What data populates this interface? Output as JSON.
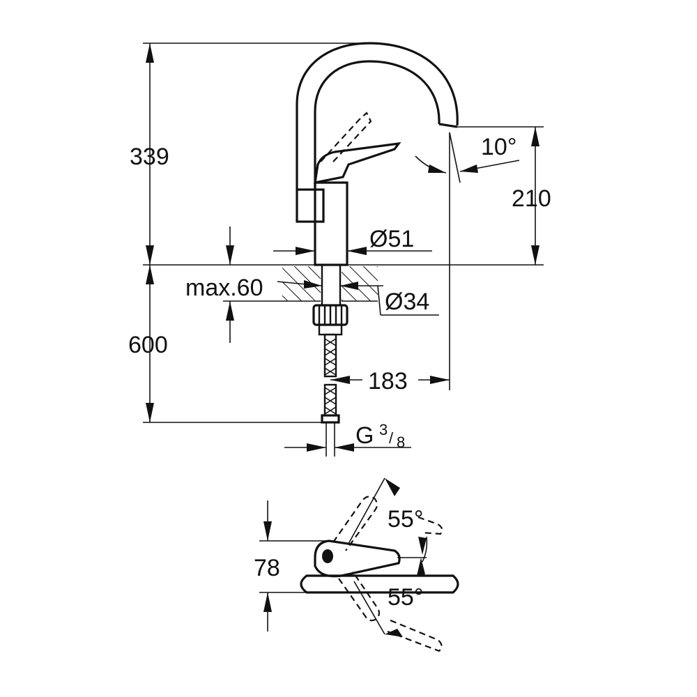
{
  "dimensions": {
    "total_height": "339",
    "spout_height": "210",
    "spout_angle": "10°",
    "body_diameter": "Ø51",
    "max_deck_thickness": "max.60",
    "hole_diameter": "Ø34",
    "hose_length": "600",
    "spout_reach": "183",
    "connection_thread": {
      "main": "G",
      "num": "3",
      "slash": "/",
      "den": "8"
    },
    "lever_depth": "78",
    "lever_angle_back": "55°",
    "lever_angle_front": "55°"
  }
}
